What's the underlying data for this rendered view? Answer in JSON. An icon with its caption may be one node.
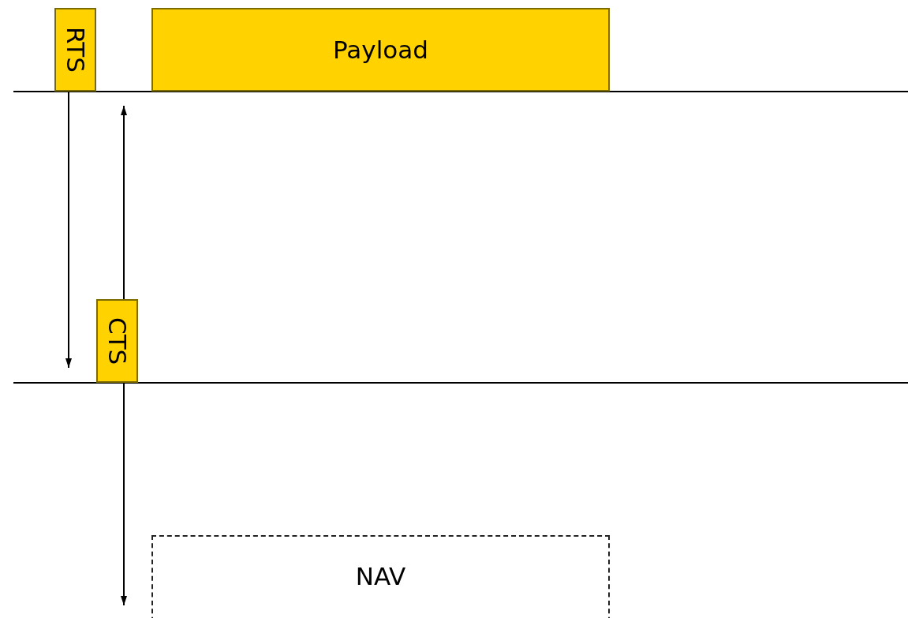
{
  "diagram": {
    "nodes": [
      {
        "text": [
          "RTS"
        ]
      },
      {
        "text": [
          "Payload"
        ]
      },
      {
        "text": [
          "CTS"
        ]
      },
      {
        "text": [
          "NAV"
        ]
      }
    ],
    "edges": [
      {
        "from": 0,
        "to": null,
        "arrow": "to"
      },
      {
        "from": 2,
        "to": null,
        "arrow": "to"
      },
      {
        "from": 2,
        "to": null,
        "arrow": "to"
      }
    ]
  }
}
